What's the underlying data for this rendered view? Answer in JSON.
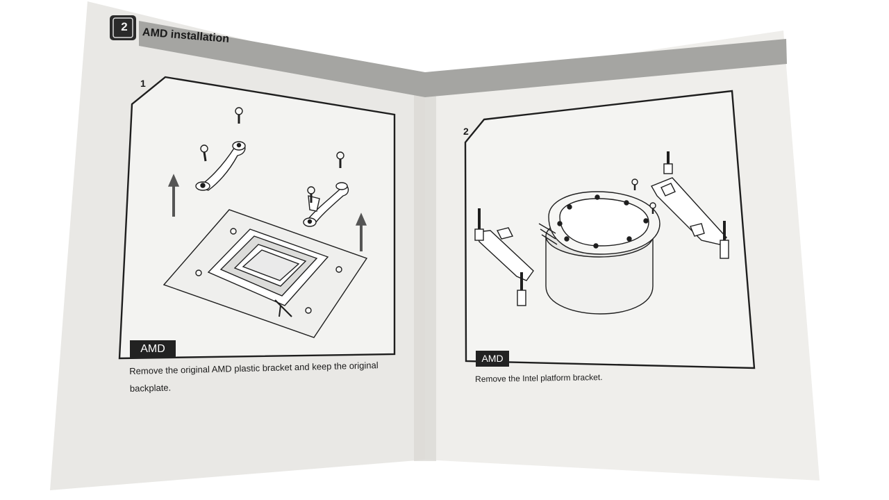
{
  "section": {
    "number": "2",
    "title": "AMD installation"
  },
  "left_page": {
    "step_number": "1",
    "platform_badge": "AMD",
    "caption": "Remove the original AMD plastic bracket and keep the original backplate."
  },
  "right_page": {
    "step_number": "2",
    "platform_badge": "AMD",
    "caption": "Remove the Intel platform bracket."
  },
  "colors": {
    "paper": "#ecebe8",
    "header_band": "#a9a9a6",
    "badge": "#222222",
    "line_art": "#1e1e1e"
  }
}
